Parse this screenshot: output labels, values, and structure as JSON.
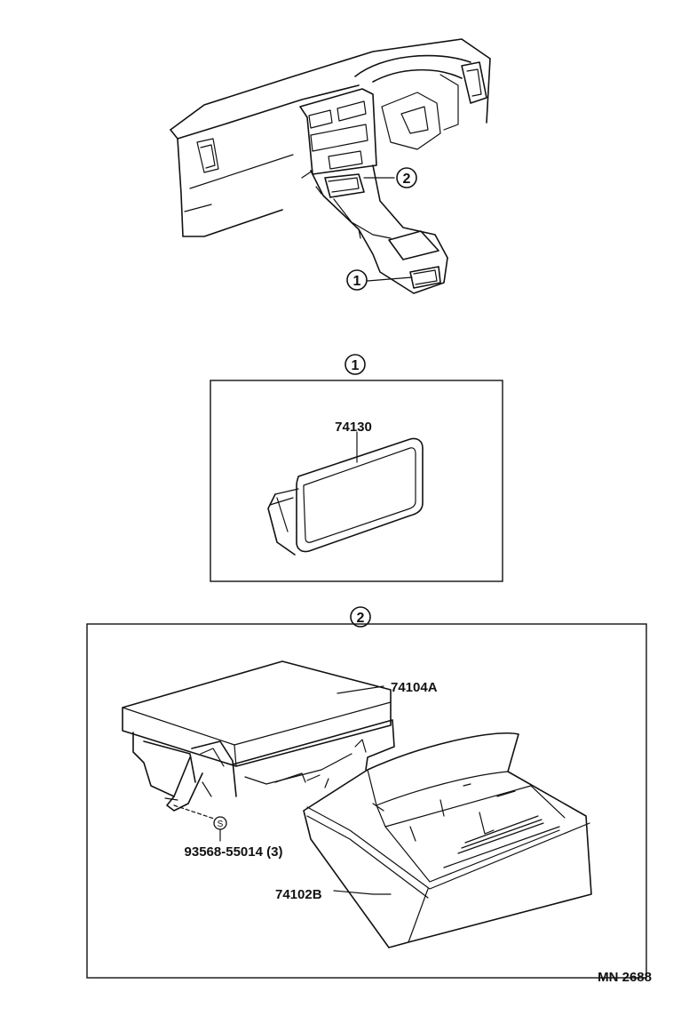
{
  "callouts": {
    "one": "1",
    "two": "2"
  },
  "detail_1": {
    "header_number": "1",
    "parts": [
      {
        "part_number": "74130"
      }
    ]
  },
  "detail_2": {
    "header_number": "2",
    "parts": [
      {
        "part_number": "74104A"
      },
      {
        "part_number": "93568-55014 (3)",
        "symbol": "S"
      },
      {
        "part_number": "74102B"
      }
    ]
  },
  "footer": {
    "drawing_code": "MN 2688"
  }
}
